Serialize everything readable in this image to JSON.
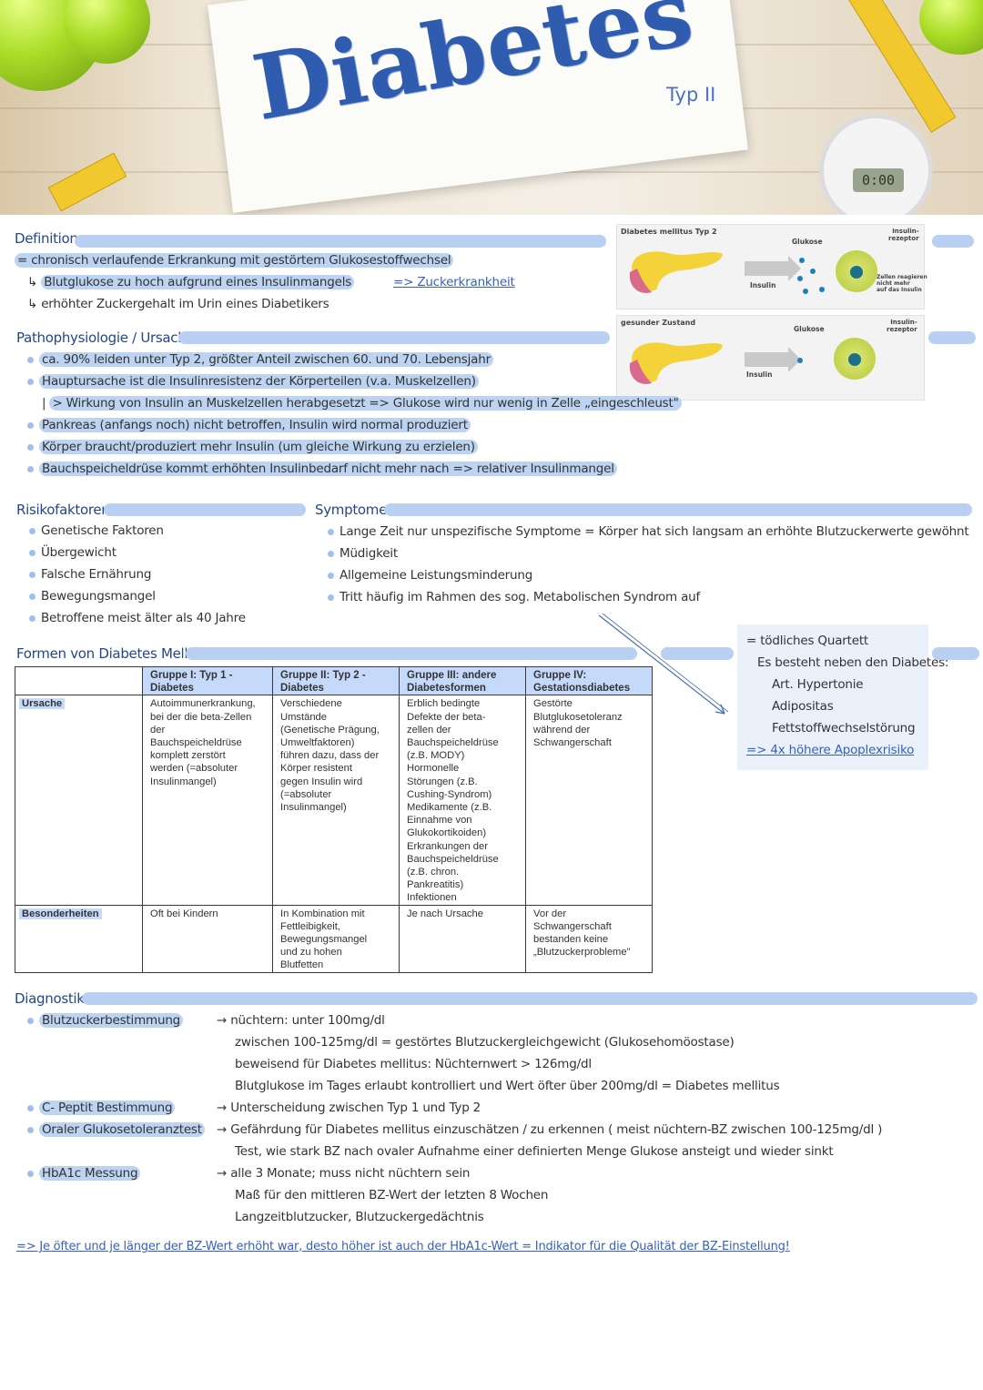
{
  "header": {
    "title": "Diabetes",
    "subtitle": "Typ II",
    "timer": "0:00"
  },
  "definition": {
    "heading": "Definition",
    "line1": "= chronisch verlaufende Erkrankung mit gestörtem Glukosestoffwechsel",
    "line2": "Blutglukose zu hoch aufgrund eines Insulinmangels",
    "line2_link": "=> Zuckerkrankheit",
    "line3": "erhöhter Zuckergehalt im Urin eines Diabetikers"
  },
  "pathophys": {
    "heading": "Pathophysiologie / Ursache",
    "items": [
      "ca. 90% leiden unter Typ 2, größter Anteil zwischen 60. und 70. Lebensjahr",
      "Hauptursache ist die Insulinresistenz der Körperteilen (v.a. Muskelzellen)",
      "> Wirkung von Insulin an Muskelzellen herabgesetzt => Glukose wird nur wenig in Zelle „eingeschleust\"",
      "Pankreas (anfangs noch) nicht betroffen, Insulin wird normal produziert",
      "Körper braucht/produziert mehr Insulin (um gleiche Wirkung zu erzielen)",
      "Bauchspeicheldrüse kommt erhöhten Insulinbedarf nicht mehr nach => relativer Insulinmangel"
    ]
  },
  "figures": {
    "fig1": {
      "caption": "Diabetes mellitus Typ 2",
      "glukose": "Glukose",
      "insulin": "Insulin",
      "rezeptor": "Insulin-\nrezeptor",
      "note": "Zellen reagieren\nnicht mehr\nauf das Insulin"
    },
    "fig2": {
      "caption": "gesunder Zustand",
      "glukose": "Glukose",
      "insulin": "Insulin",
      "rezeptor": "Insulin-\nrezeptor"
    }
  },
  "risk": {
    "heading": "Risikofaktoren",
    "items": [
      "Genetische Faktoren",
      "Übergewicht",
      "Falsche Ernährung",
      "Bewegungsmangel",
      "Betroffene meist älter als 40 Jahre"
    ]
  },
  "symptoms": {
    "heading": "Symptome:",
    "items": [
      "Lange Zeit nur unspezifische Symptome = Körper hat sich langsam an erhöhte Blutzuckerwerte gewöhnt",
      "Müdigkeit",
      "Allgemeine Leistungsminderung",
      "Tritt häufig im Rahmen des sog. Metabolischen Syndrom auf"
    ]
  },
  "sidebox": {
    "line1": "= tödliches Quartett",
    "line2": "Es besteht neben den Diabetes:",
    "items": [
      "Art. Hypertonie",
      "Adipositas",
      "Fettstoffwechselstörung"
    ],
    "last": "=> 4x höhere Apoplexrisiko"
  },
  "forms": {
    "heading": "Formen von Diabetes Mellitus",
    "headers": [
      "",
      "Gruppe I: Typ 1 -\nDiabetes",
      "Gruppe II: Typ 2 -\nDiabetes",
      "Gruppe III: andere\nDiabetesformen",
      "Gruppe IV:\nGestationsdiabetes"
    ],
    "rows": [
      {
        "label": "Ursache",
        "cells": [
          "Autoimmunerkrankung,\nbei der die beta-Zellen\nder\nBauchspeicheldrüse\nkomplett zerstört\nwerden (=absoluter\nInsulinmangel)",
          "Verschiedene\nUmstände\n(Genetische Prägung,\nUmweltfaktoren)\nführen dazu, dass der\nKörper resistent\ngegen Insulin wird\n(=absoluter\nInsulinmangel)",
          "Erblich bedingte\nDefekte der beta-\nzellen der\nBauchspeicheldrüse\n(z.B. MODY)\nHormonelle\nStörungen (z.B.\nCushing-Syndrom)\nMedikamente (z.B.\nEinnahme von\nGlukokortikoiden)\nErkrankungen der\nBauchspeicheldrüse\n(z.B. chron.\nPankreatitis)\nInfektionen",
          "Gestörte\nBlutglukosetoleranz\nwährend der\nSchwangerschaft"
        ]
      },
      {
        "label": "Besonderheiten",
        "cells": [
          "Oft bei Kindern",
          "In Kombination mit\nFettleibigkeit,\nBewegungsmangel\nund zu hohen\nBlutfetten",
          "Je nach Ursache",
          "Vor der\nSchwangerschaft\nbestanden keine\n„Blutzuckerprobleme\""
        ]
      }
    ]
  },
  "diagnostik": {
    "heading": "Diagnostik",
    "items": [
      {
        "label": "Blutzuckerbestimmung",
        "lines": [
          "→ nüchtern: unter 100mg/dl",
          "zwischen 100-125mg/dl = gestörtes Blutzuckergleichgewicht (Glukosehomöostase)",
          "beweisend für Diabetes mellitus: Nüchternwert > 126mg/dl",
          "Blutglukose im Tages erlaubt kontrolliert und Wert öfter über 200mg/dl = Diabetes mellitus"
        ]
      },
      {
        "label": "C- Peptit Bestimmung",
        "lines": [
          "→ Unterscheidung zwischen Typ 1 und Typ 2"
        ]
      },
      {
        "label": "Oraler Glukosetoleranztest",
        "lines": [
          "→ Gefährdung für Diabetes mellitus einzuschätzen / zu erkennen ( meist nüchtern-BZ zwischen 100-125mg/dl )",
          "Test, wie stark BZ nach ovaler Aufnahme einer definierten Menge Glukose ansteigt und wieder sinkt"
        ]
      },
      {
        "label": "HbA1c Messung",
        "lines": [
          "→ alle 3 Monate; muss nicht nüchtern sein",
          "Maß für den mittleren BZ-Wert der letzten 8 Wochen",
          "Langzeitblutzucker, Blutzuckergedächtnis"
        ]
      }
    ],
    "conclusion": "=> Je öfter und je länger der BZ-Wert erhöht war, desto höher ist auch der HbA1c-Wert = Indikator für die Qualität der BZ-Einstellung!"
  },
  "colors": {
    "accent": "#b9d0f3",
    "heading": "#23478a",
    "title": "#2f5caf",
    "table_header": "#c5dafa"
  }
}
